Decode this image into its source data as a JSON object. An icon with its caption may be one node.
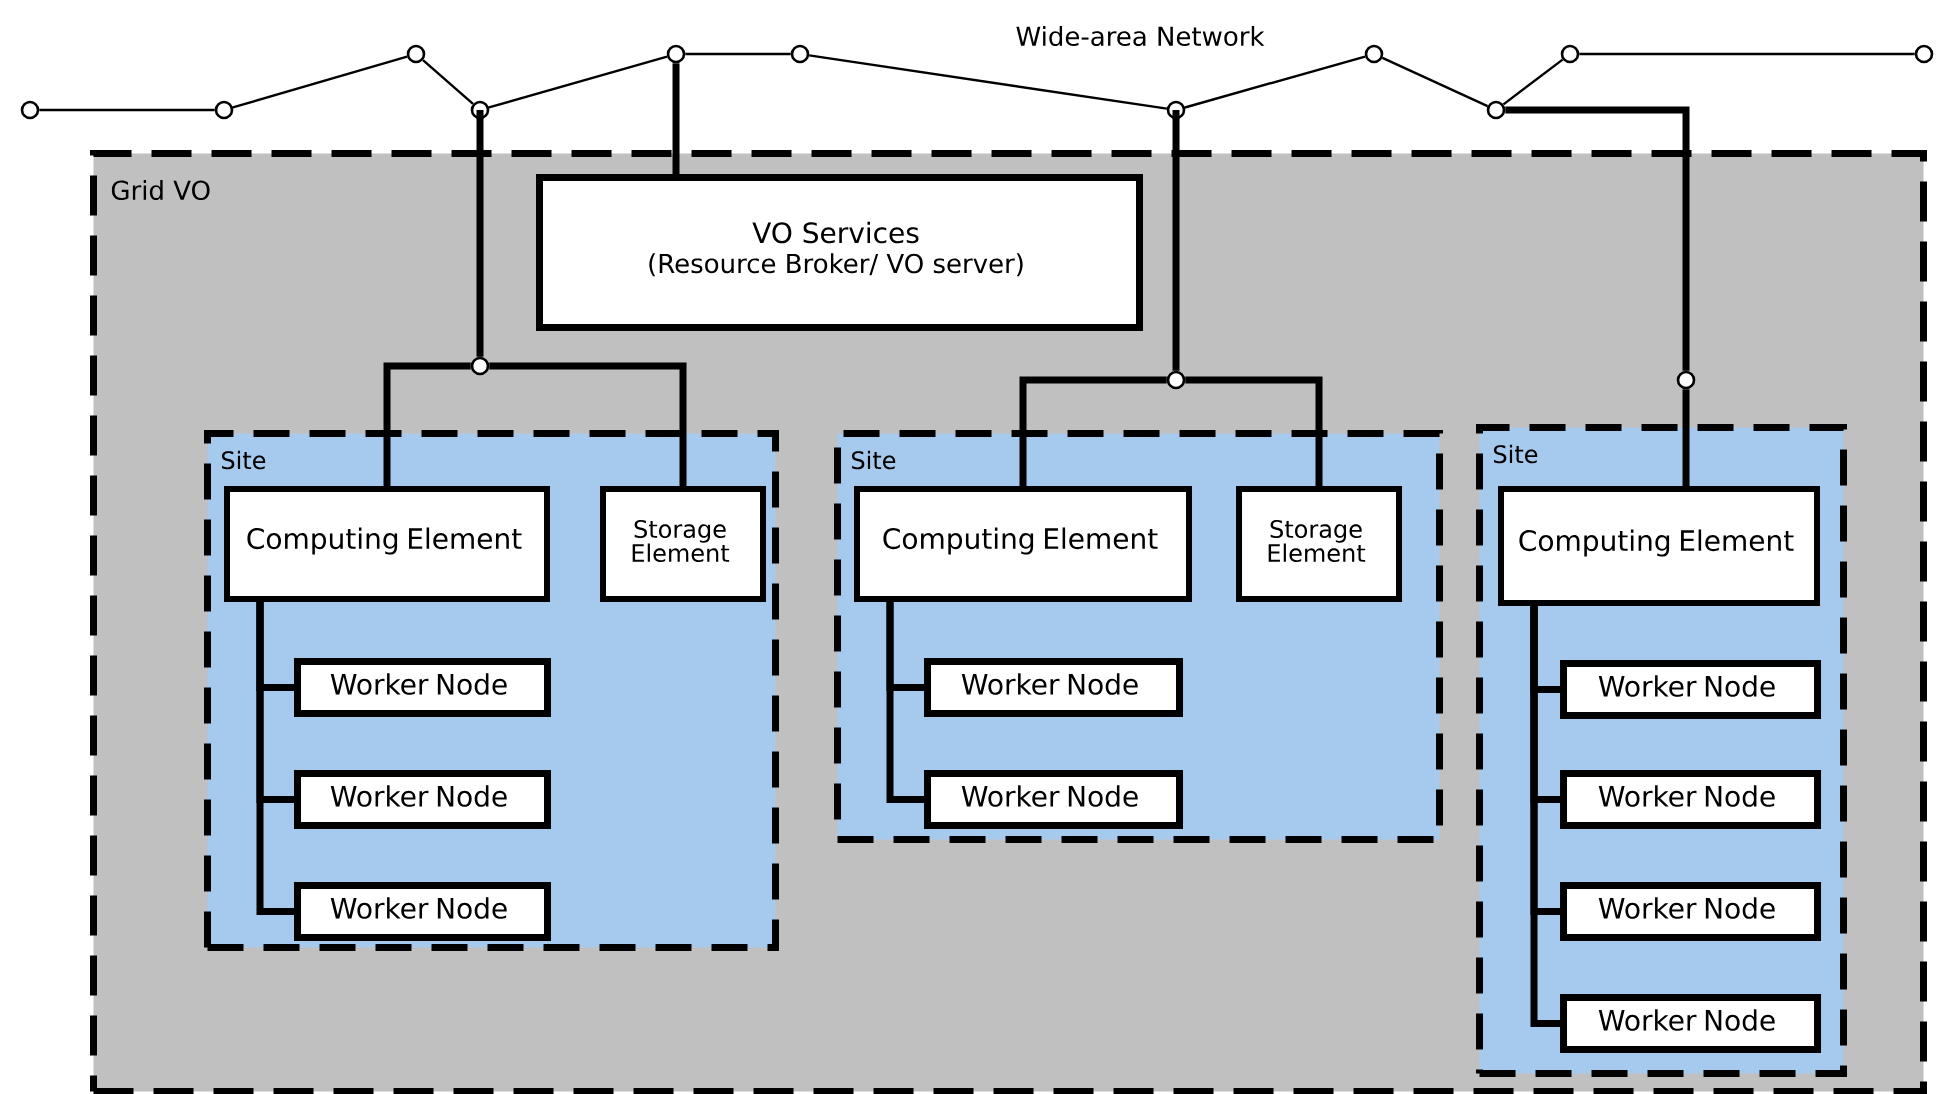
{
  "diagram": {
    "nodes": [
      {
        "text": [],
        "shape": "circle"
      },
      {
        "text": [],
        "shape": "circle"
      },
      {
        "text": [],
        "shape": "circle"
      },
      {
        "text": [],
        "shape": "circle"
      },
      {
        "text": [],
        "shape": "circle"
      },
      {
        "text": [],
        "shape": "circle"
      },
      {
        "text": [],
        "shape": "circle"
      },
      {
        "text": [],
        "shape": "circle"
      },
      {
        "text": [],
        "shape": "circle"
      },
      {
        "text": [],
        "shape": "circle"
      },
      {
        "text": [],
        "shape": "circle"
      },
      {
        "text": [
          "Grid VO"
        ]
      },
      {
        "text": [
          "VO Services",
          "(Resource Broker/ VO server)"
        ],
        "in": 11
      },
      {
        "text": [],
        "shape": "circle",
        "in": 11
      },
      {
        "text": [],
        "shape": "circle",
        "in": 11
      },
      {
        "text": [],
        "shape": "circle",
        "in": 11
      },
      {
        "text": [
          "Site"
        ],
        "in": 11
      },
      {
        "text": [
          "Computing Element"
        ],
        "in": 16
      },
      {
        "text": [
          "Storage Element"
        ],
        "in": 16
      },
      {
        "text": [
          "Worker Node"
        ],
        "in": 16
      },
      {
        "text": [
          "Worker Node"
        ],
        "in": 16
      },
      {
        "text": [
          "Worker Node"
        ],
        "in": 16
      },
      {
        "text": [
          "Site"
        ],
        "in": 11
      },
      {
        "text": [
          "Computing Element"
        ],
        "in": 22
      },
      {
        "text": [
          "Storage Element"
        ],
        "in": 22
      },
      {
        "text": [
          "Worker Node"
        ],
        "in": 22
      },
      {
        "text": [
          "Worker Node"
        ],
        "in": 22
      },
      {
        "text": [
          "Site"
        ],
        "in": 11
      },
      {
        "text": [
          "Computing Element"
        ],
        "in": 27
      },
      {
        "text": [
          "Worker Node"
        ],
        "in": 27
      },
      {
        "text": [
          "Worker Node"
        ],
        "in": 27
      },
      {
        "text": [
          "Worker Node"
        ],
        "in": 27
      },
      {
        "text": [
          "Worker Node"
        ],
        "in": 27
      }
    ],
    "edges": [
      {
        "from": 0,
        "to": 1,
        "arrow": "none"
      },
      {
        "from": 1,
        "to": 2,
        "arrow": "none"
      },
      {
        "from": 2,
        "to": 3,
        "arrow": "none"
      },
      {
        "from": 3,
        "to": 4,
        "arrow": "none"
      },
      {
        "from": 4,
        "to": 5,
        "arrow": "none"
      },
      {
        "from": 5,
        "to": 6,
        "arrow": "none"
      },
      {
        "from": 6,
        "to": 7,
        "arrow": "none"
      },
      {
        "from": 7,
        "to": 8,
        "arrow": "none"
      },
      {
        "from": 8,
        "to": 9,
        "arrow": "none"
      },
      {
        "from": 9,
        "to": 10,
        "arrow": "none"
      },
      {
        "from": 4,
        "to": 12,
        "arrow": "none"
      },
      {
        "from": 3,
        "to": 13,
        "arrow": "none"
      },
      {
        "from": 6,
        "to": 14,
        "arrow": "none"
      },
      {
        "from": 8,
        "to": 15,
        "arrow": "none"
      },
      {
        "from": 13,
        "to": 17,
        "arrow": "none"
      },
      {
        "from": 13,
        "to": 18,
        "arrow": "none"
      },
      {
        "from": 14,
        "to": 23,
        "arrow": "none"
      },
      {
        "from": 14,
        "to": 24,
        "arrow": "none"
      },
      {
        "from": 15,
        "to": 28,
        "arrow": "none"
      },
      {
        "from": 17,
        "to": 19,
        "arrow": "none"
      },
      {
        "from": 17,
        "to": 20,
        "arrow": "none"
      },
      {
        "from": 17,
        "to": 21,
        "arrow": "none"
      },
      {
        "from": 23,
        "to": 25,
        "arrow": "none"
      },
      {
        "from": 23,
        "to": 26,
        "arrow": "none"
      },
      {
        "from": 28,
        "to": 29,
        "arrow": "none"
      },
      {
        "from": 28,
        "to": 30,
        "arrow": "none"
      },
      {
        "from": 28,
        "to": 31,
        "arrow": "none"
      },
      {
        "from": 28,
        "to": 32,
        "arrow": "none"
      }
    ],
    "labels": [
      "Wide-area Network"
    ]
  }
}
